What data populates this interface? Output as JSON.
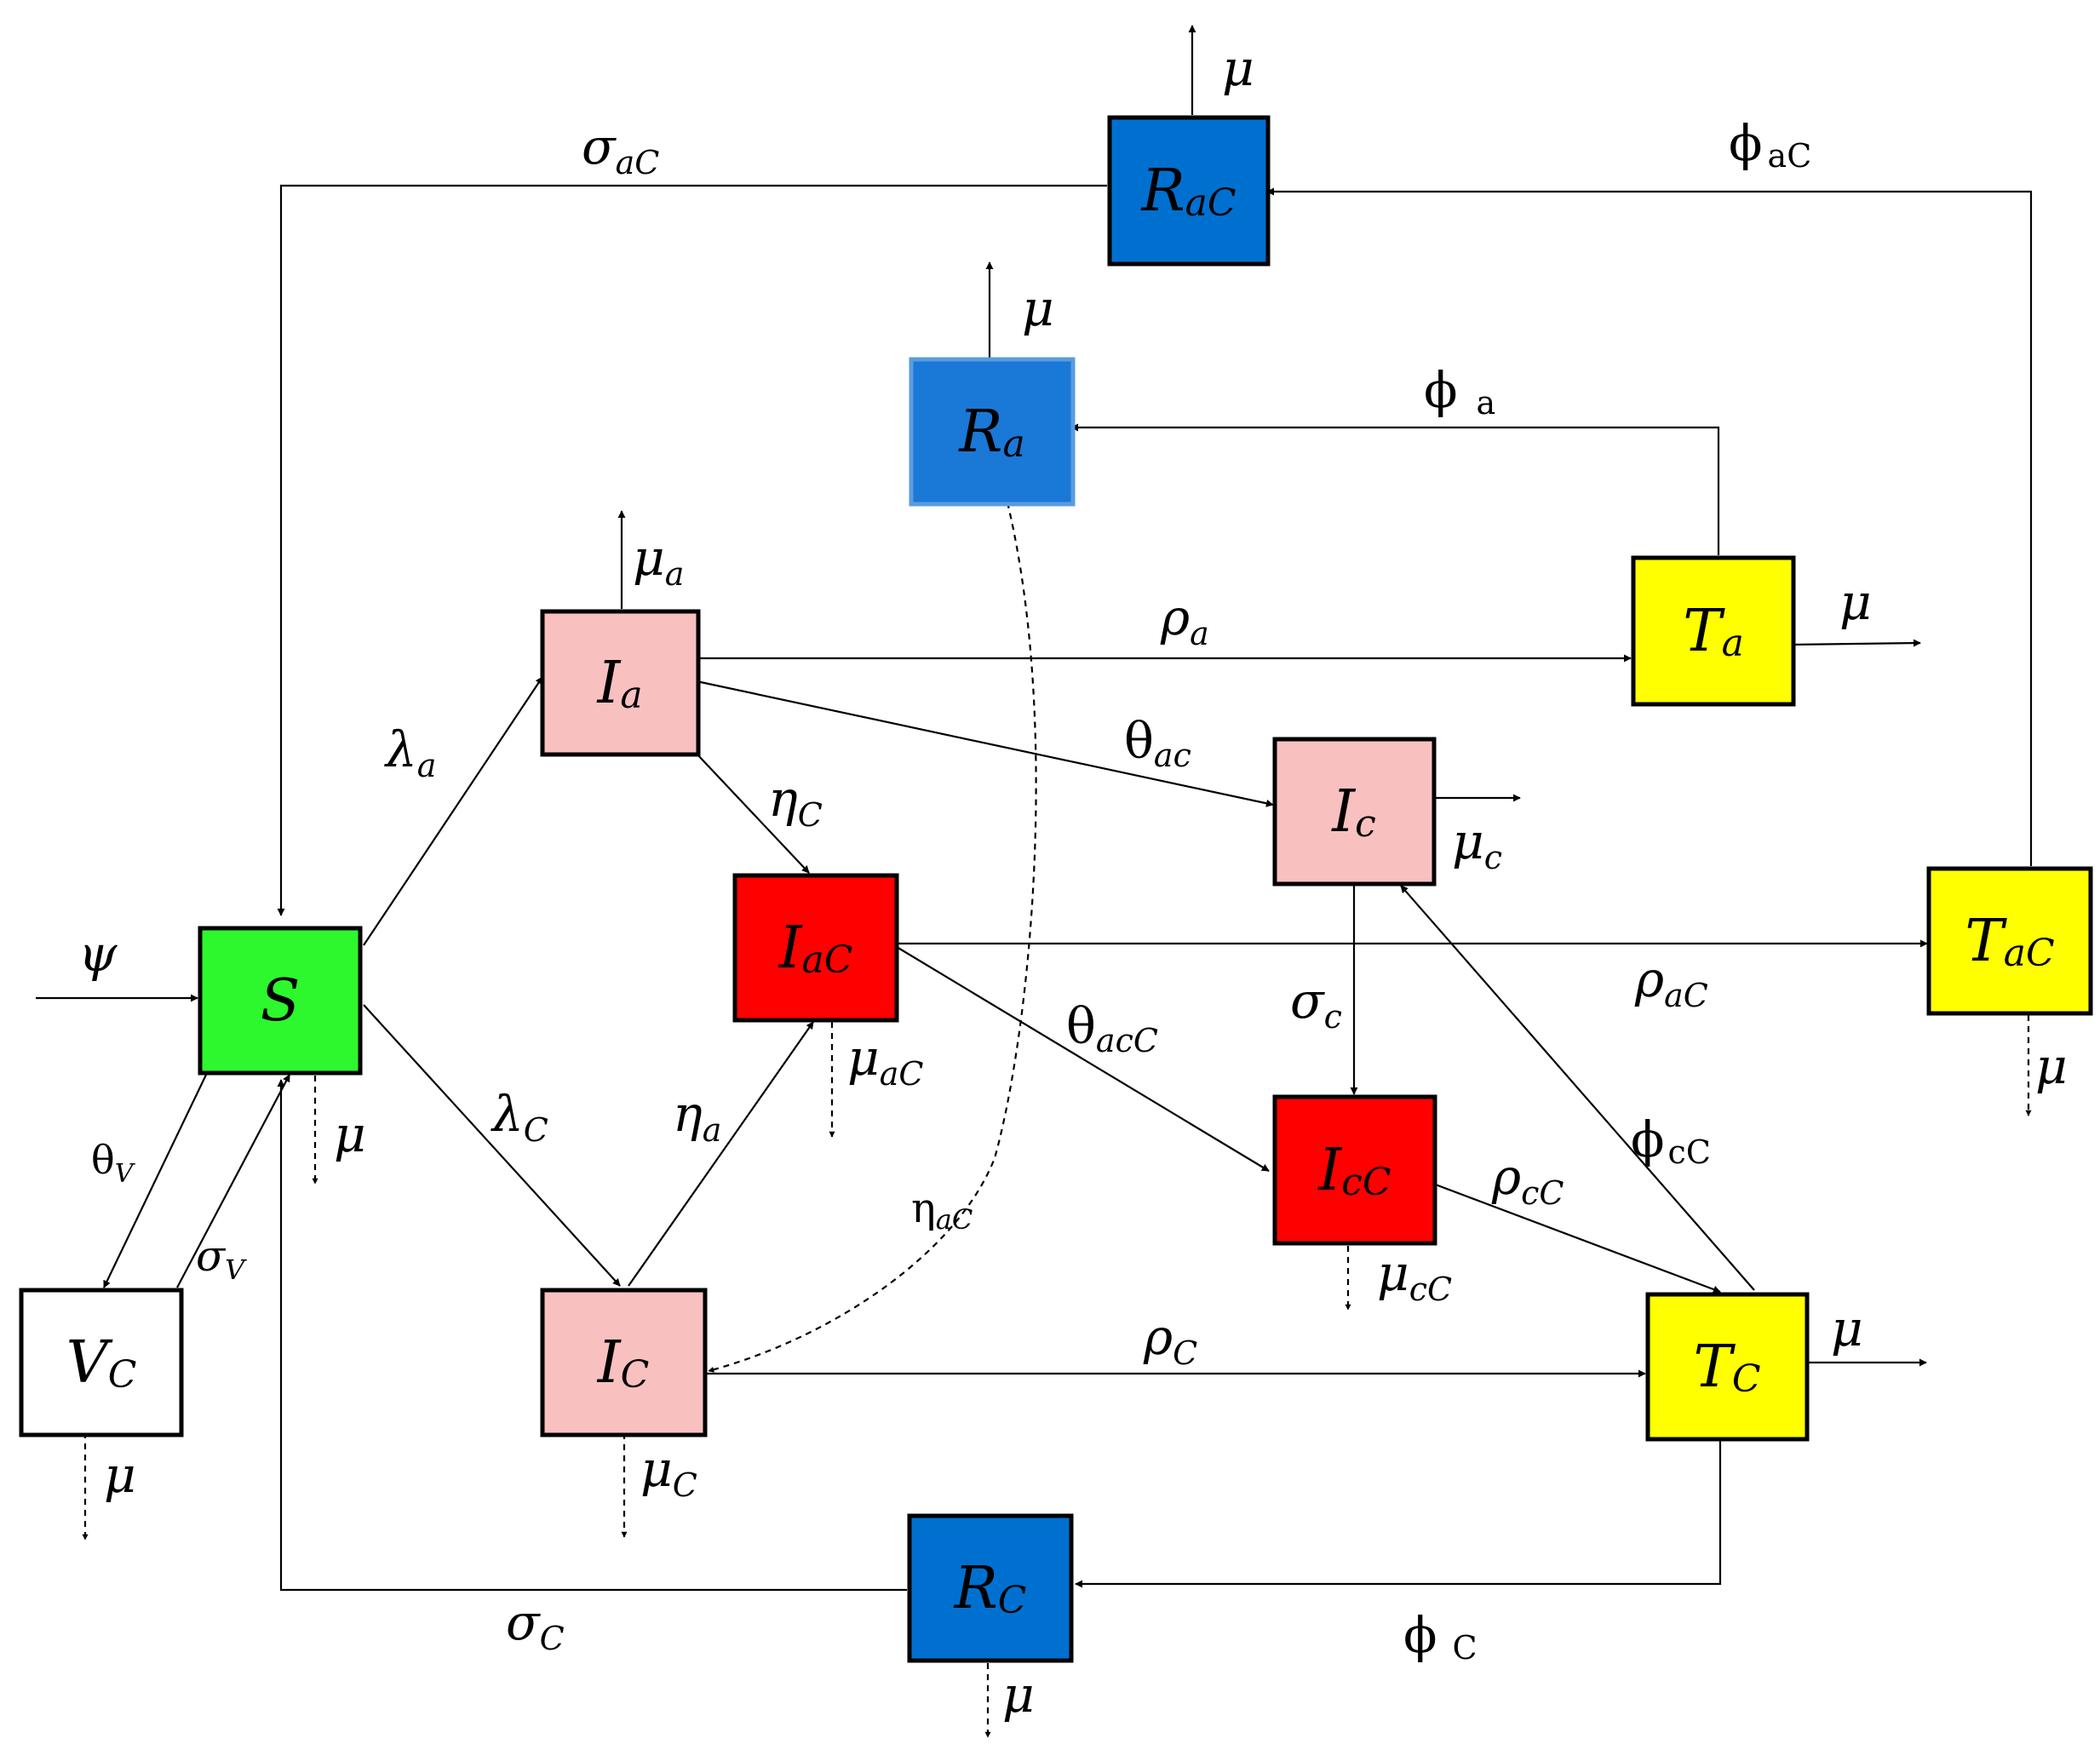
{
  "colors": {
    "susceptible": "#2df72d",
    "vaccinated": "#ffffff",
    "infected_single": "#f9c0c0",
    "infected_coinfected": "#ff0000",
    "treated": "#ffff00",
    "recovered": "#0070d0",
    "recovered_a": "#1a78d6"
  },
  "nodes": {
    "S": {
      "main": "S",
      "sub": ""
    },
    "Vc": {
      "main": "V",
      "sub": "C"
    },
    "Ia": {
      "main": "I",
      "sub": "a"
    },
    "IC": {
      "main": "I",
      "sub": "C"
    },
    "IaC": {
      "main": "I",
      "sub": "aC"
    },
    "Ic": {
      "main": "I",
      "sub": "c"
    },
    "IcC": {
      "main": "I",
      "sub": "cC"
    },
    "Ra": {
      "main": "R",
      "sub": "a"
    },
    "RaC": {
      "main": "R",
      "sub": "aC"
    },
    "RC": {
      "main": "R",
      "sub": "C"
    },
    "Ta": {
      "main": "T",
      "sub": "a"
    },
    "TaC": {
      "main": "T",
      "sub": "aC"
    },
    "TC": {
      "main": "T",
      "sub": "C"
    }
  },
  "labels": {
    "psi": {
      "main": "ψ",
      "sub": ""
    },
    "sigma_aC": {
      "main": "σ",
      "sub": "aC"
    },
    "phi_aC": {
      "main": "ϕ",
      "sub": "aC"
    },
    "mu_RaC": {
      "main": "μ",
      "sub": ""
    },
    "mu_Ra": {
      "main": "μ",
      "sub": ""
    },
    "phi_a": {
      "main": "ϕ",
      "sub": "a"
    },
    "mu_a": {
      "main": "μ",
      "sub": "a"
    },
    "rho_a": {
      "main": "ρ",
      "sub": "a"
    },
    "mu_Ta": {
      "main": "μ",
      "sub": ""
    },
    "lambda_a": {
      "main": "λ",
      "sub": "a"
    },
    "theta_ac": {
      "main": "θ",
      "sub": "ac"
    },
    "eta_C": {
      "main": "η",
      "sub": "C"
    },
    "mu_c": {
      "main": "μ",
      "sub": "c"
    },
    "rho_aC": {
      "main": "ρ",
      "sub": "aC"
    },
    "mu_TaC": {
      "main": "μ",
      "sub": ""
    },
    "sigma_c": {
      "main": "σ",
      "sub": "c"
    },
    "theta_acC": {
      "main": "θ",
      "sub": "acC"
    },
    "mu_aC": {
      "main": "μ",
      "sub": "aC"
    },
    "lambda_C": {
      "main": "λ",
      "sub": "C"
    },
    "eta_a": {
      "main": "η",
      "sub": "a"
    },
    "mu_S": {
      "main": "μ",
      "sub": ""
    },
    "theta_V": {
      "main": "θ",
      "sub": "V"
    },
    "sigma_V": {
      "main": "σ",
      "sub": "V"
    },
    "phi_cC": {
      "main": "ϕ",
      "sub": "cC"
    },
    "eta_aC": {
      "main": "η",
      "sub": "aC"
    },
    "rho_cC": {
      "main": "ρ",
      "sub": "cC"
    },
    "mu_cC": {
      "main": "μ",
      "sub": "cC"
    },
    "mu_Vc": {
      "main": "μ",
      "sub": ""
    },
    "rho_C": {
      "main": "ρ",
      "sub": "C"
    },
    "mu_TC": {
      "main": "μ",
      "sub": ""
    },
    "mu_C": {
      "main": "μ",
      "sub": "C"
    },
    "sigma_C": {
      "main": "σ",
      "sub": "C"
    },
    "phi_C": {
      "main": "ϕ",
      "sub": "C"
    },
    "mu_RC": {
      "main": "μ",
      "sub": ""
    }
  }
}
